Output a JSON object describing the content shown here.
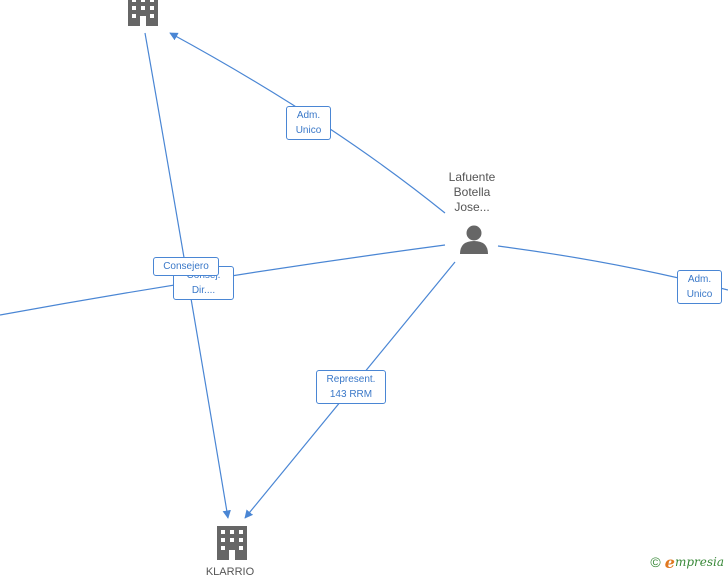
{
  "graph": {
    "person": {
      "name_lines": [
        "Lafuente",
        "Botella",
        "Jose..."
      ],
      "icon": "person-icon"
    },
    "companies": {
      "top": {
        "name": "",
        "icon": "building-icon"
      },
      "bottom": {
        "name": "KLARRIO",
        "icon": "building-icon"
      }
    },
    "edges": {
      "adm_top": {
        "lines": [
          "Adm.",
          "Unico"
        ]
      },
      "adm_right": {
        "lines": [
          "Adm.",
          "Unico"
        ]
      },
      "represent": {
        "lines": [
          "Represent.",
          "143 RRM"
        ]
      },
      "consejero": {
        "lines": [
          "Consejero"
        ]
      },
      "dir_hidden": {
        "lines": [
          "Consej.",
          "Dir...."
        ]
      }
    },
    "colors": {
      "edge": "#4a86d4",
      "icon": "#666666",
      "label_text": "#3a78c8"
    }
  },
  "watermark": {
    "copyright_symbol": "©",
    "brand_initial": "e",
    "brand_rest": "mpresia"
  }
}
